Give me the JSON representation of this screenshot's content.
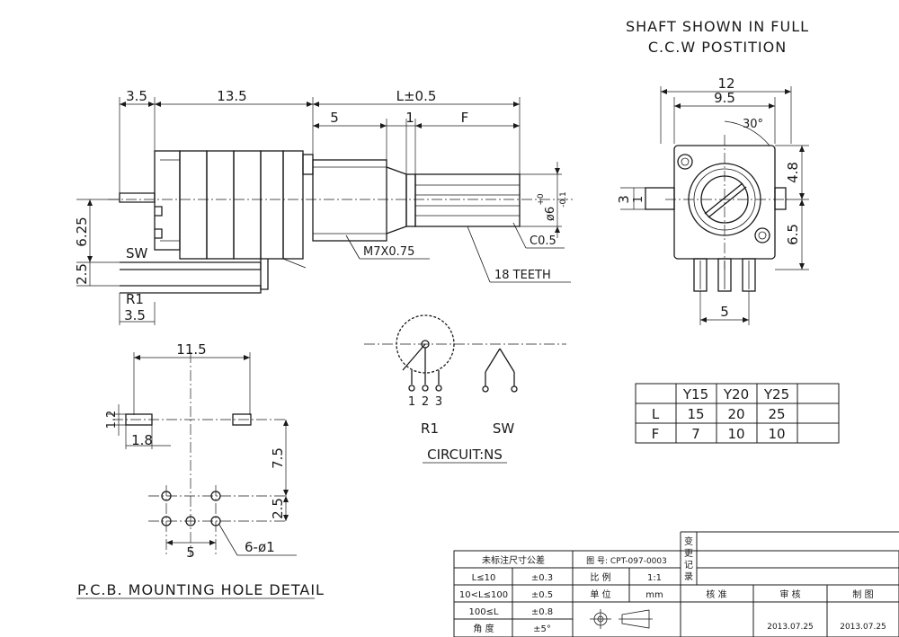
{
  "note": {
    "line1": "SHAFT SHOWN IN FULL",
    "line2": "C.C.W POSTITION"
  },
  "side_view": {
    "dim_top_1": "3.5",
    "dim_top_2": "13.5",
    "dim_total": "L±0.5",
    "dim_5": "5",
    "dim_1": "1",
    "dim_f": "F",
    "dim_625": "6.25",
    "dim_25": "2.5",
    "dim_35_bottom": "3.5",
    "dia_tol": "+0",
    "dia_tol2": "-0.1",
    "dia": "ø6",
    "label_sw": "SW",
    "label_r1": "R1",
    "callout_thread": "M7X0.75",
    "callout_chamfer": "C0.5",
    "callout_teeth": "18 TEETH"
  },
  "front_view": {
    "dim_12": "12",
    "dim_95": "9.5",
    "dim_angle": "30°",
    "dim_48": "4.8",
    "dim_65": "6.5",
    "dim_3": "3",
    "dim_1": "1",
    "dim_5": "5"
  },
  "pcb": {
    "dim_115": "11.5",
    "dim_12": "1.2",
    "dim_18": "1.8",
    "dim_75": "7.5",
    "dim_25": "2.5",
    "dim_5": "5",
    "holes": "6-ø1",
    "title": "P.C.B. MOUNTING HOLE DETAIL"
  },
  "circuit": {
    "pin1": "1",
    "pin2": "2",
    "pin3": "3",
    "label_r1": "R1",
    "label_sw": "SW",
    "title": "CIRCUIT:NS"
  },
  "spec_table": {
    "headers": [
      "",
      "Y15",
      "Y20",
      "Y25",
      ""
    ],
    "rows": [
      [
        "L",
        "15",
        "20",
        "25",
        ""
      ],
      [
        "F",
        "7",
        "10",
        "10",
        ""
      ]
    ]
  },
  "title_block": {
    "tolerance_header": "未标注尺寸公差",
    "tolerances": [
      [
        "L≤10",
        "±0.3"
      ],
      [
        "10<L≤100",
        "±0.5"
      ],
      [
        "100≤L",
        "±0.8"
      ],
      [
        "角 度",
        "±5°"
      ]
    ],
    "drawing_no_label": "图 号: CPT-097-0003",
    "scale_label": "比 例",
    "scale_value": "1:1",
    "unit_label": "单 位",
    "unit_value": "mm",
    "change_record": [
      "变",
      "更",
      "记",
      "录"
    ],
    "check": "核 准",
    "review": "审 核",
    "draw": "制 图",
    "date_review": "2013.07.25",
    "date_draw": "2013.07.25"
  }
}
